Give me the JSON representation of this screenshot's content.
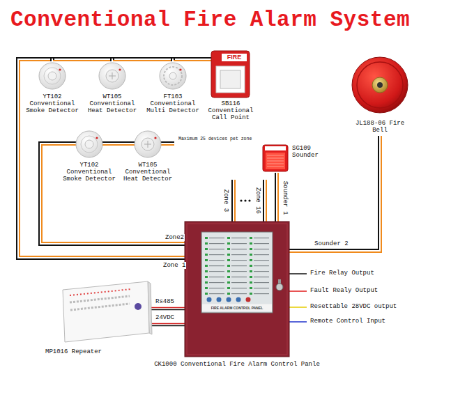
{
  "diagram": {
    "title": "Conventional Fire Alarm System",
    "nodes": [
      {
        "text": [
          "YT102 Conventional Smoke Detector"
        ]
      },
      {
        "text": [
          "WT105 Conventional Heat Detector"
        ]
      },
      {
        "text": [
          "FT103 Conventional Multi Detector"
        ]
      },
      {
        "text": [
          "FIRE",
          "SB116 Conventional Call Point"
        ]
      },
      {
        "text": [
          "JL188-06 Fire Bell"
        ]
      },
      {
        "text": [
          "YT102 Conventional Smoke Detector"
        ]
      },
      {
        "text": [
          "WT105 Conventional Heat Detector"
        ]
      },
      {
        "text": [
          "SG109 Sounder"
        ]
      },
      {
        "text": [
          "FIRE ALARM CONTROL PANEL",
          "CK1000 Conventional Fire Alarm Control Panle"
        ]
      },
      {
        "text": [
          "MP1016 Repeater"
        ]
      }
    ],
    "edges": [
      {
        "from": 8,
        "to": 0,
        "arrow": "none",
        "label": "Zone 1"
      },
      {
        "from": 0,
        "to": 1,
        "arrow": "none"
      },
      {
        "from": 1,
        "to": 2,
        "arrow": "none"
      },
      {
        "from": 2,
        "to": 3,
        "arrow": "none"
      },
      {
        "from": 8,
        "to": 5,
        "arrow": "none",
        "label": "Zone2"
      },
      {
        "from": 5,
        "to": 6,
        "arrow": "none"
      },
      {
        "from": 8,
        "to": 7,
        "arrow": "none",
        "label": "Sounder 1"
      },
      {
        "from": 8,
        "to": 4,
        "arrow": "none",
        "label": "Sounder 2"
      },
      {
        "from": 9,
        "to": 8,
        "arrow": "none",
        "label": "Rs485"
      },
      {
        "from": 9,
        "to": 8,
        "arrow": "none",
        "label": "24VDC"
      }
    ],
    "labels": [
      "Maximum 25 devices pet zone",
      "Zone 3",
      "Zone 16",
      "Fire Relay Output",
      "Fault Realy Output",
      "Resettable 28VDC output",
      "Remote Control Input"
    ]
  }
}
